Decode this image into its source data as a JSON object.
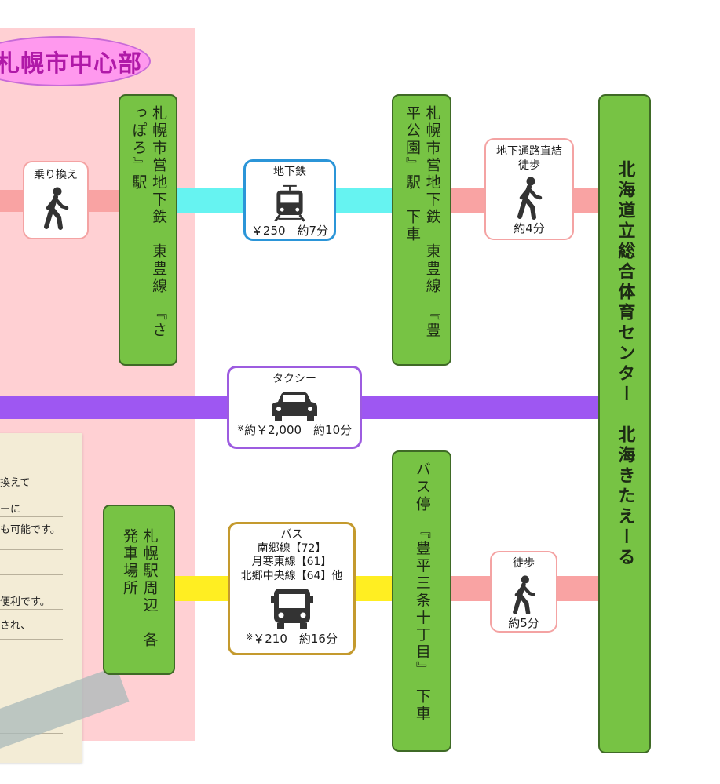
{
  "area_label": "札幌市中心部",
  "colors": {
    "walk_pink": "#f9a3a3",
    "subway_cyan": "#66f3f1",
    "taxi_purple": "#9e57f2",
    "bus_yellow": "#ffee22",
    "station_green": "#77c344",
    "zone_pink": "#ffd0d3"
  },
  "transfer": {
    "label": "乗り換え",
    "icon": "walking-person-icon"
  },
  "station_sapporo": "札幌市営地下鉄　東豊線　『さっぽろ』駅",
  "subway": {
    "label": "地下鉄",
    "icon": "train-icon",
    "fare_time": "￥250　約7分"
  },
  "station_hiragishi": "札幌市営地下鉄　東豊線　『豊平公園』駅　下車",
  "walk_underground": {
    "label_line1": "地下通路直結",
    "label_line2": "徒歩",
    "icon": "walking-person-icon",
    "time": "約4分"
  },
  "destination": "北海道立総合体育センター　北海きたえーる",
  "taxi": {
    "label": "タクシー",
    "icon": "car-icon",
    "fare_prefix": "※",
    "fare_time": "約￥2,000　約10分"
  },
  "bus_origin": "札幌駅周辺　各発車場所",
  "bus": {
    "label": "バス",
    "routes": [
      "南郷線【72】",
      "月寒東線【61】",
      "北郷中央線【64】他"
    ],
    "icon": "bus-icon",
    "fare_prefix": "※",
    "fare_time": "￥210　約16分"
  },
  "bus_stop": "バス停　『豊平三条十丁目』　下車",
  "walk_bus": {
    "label": "徒歩",
    "icon": "walking-person-icon",
    "time": "約5分"
  },
  "note": {
    "lines": [
      "換えて",
      "ーに",
      "も可能です。",
      "",
      "便利です。",
      "され、"
    ]
  }
}
